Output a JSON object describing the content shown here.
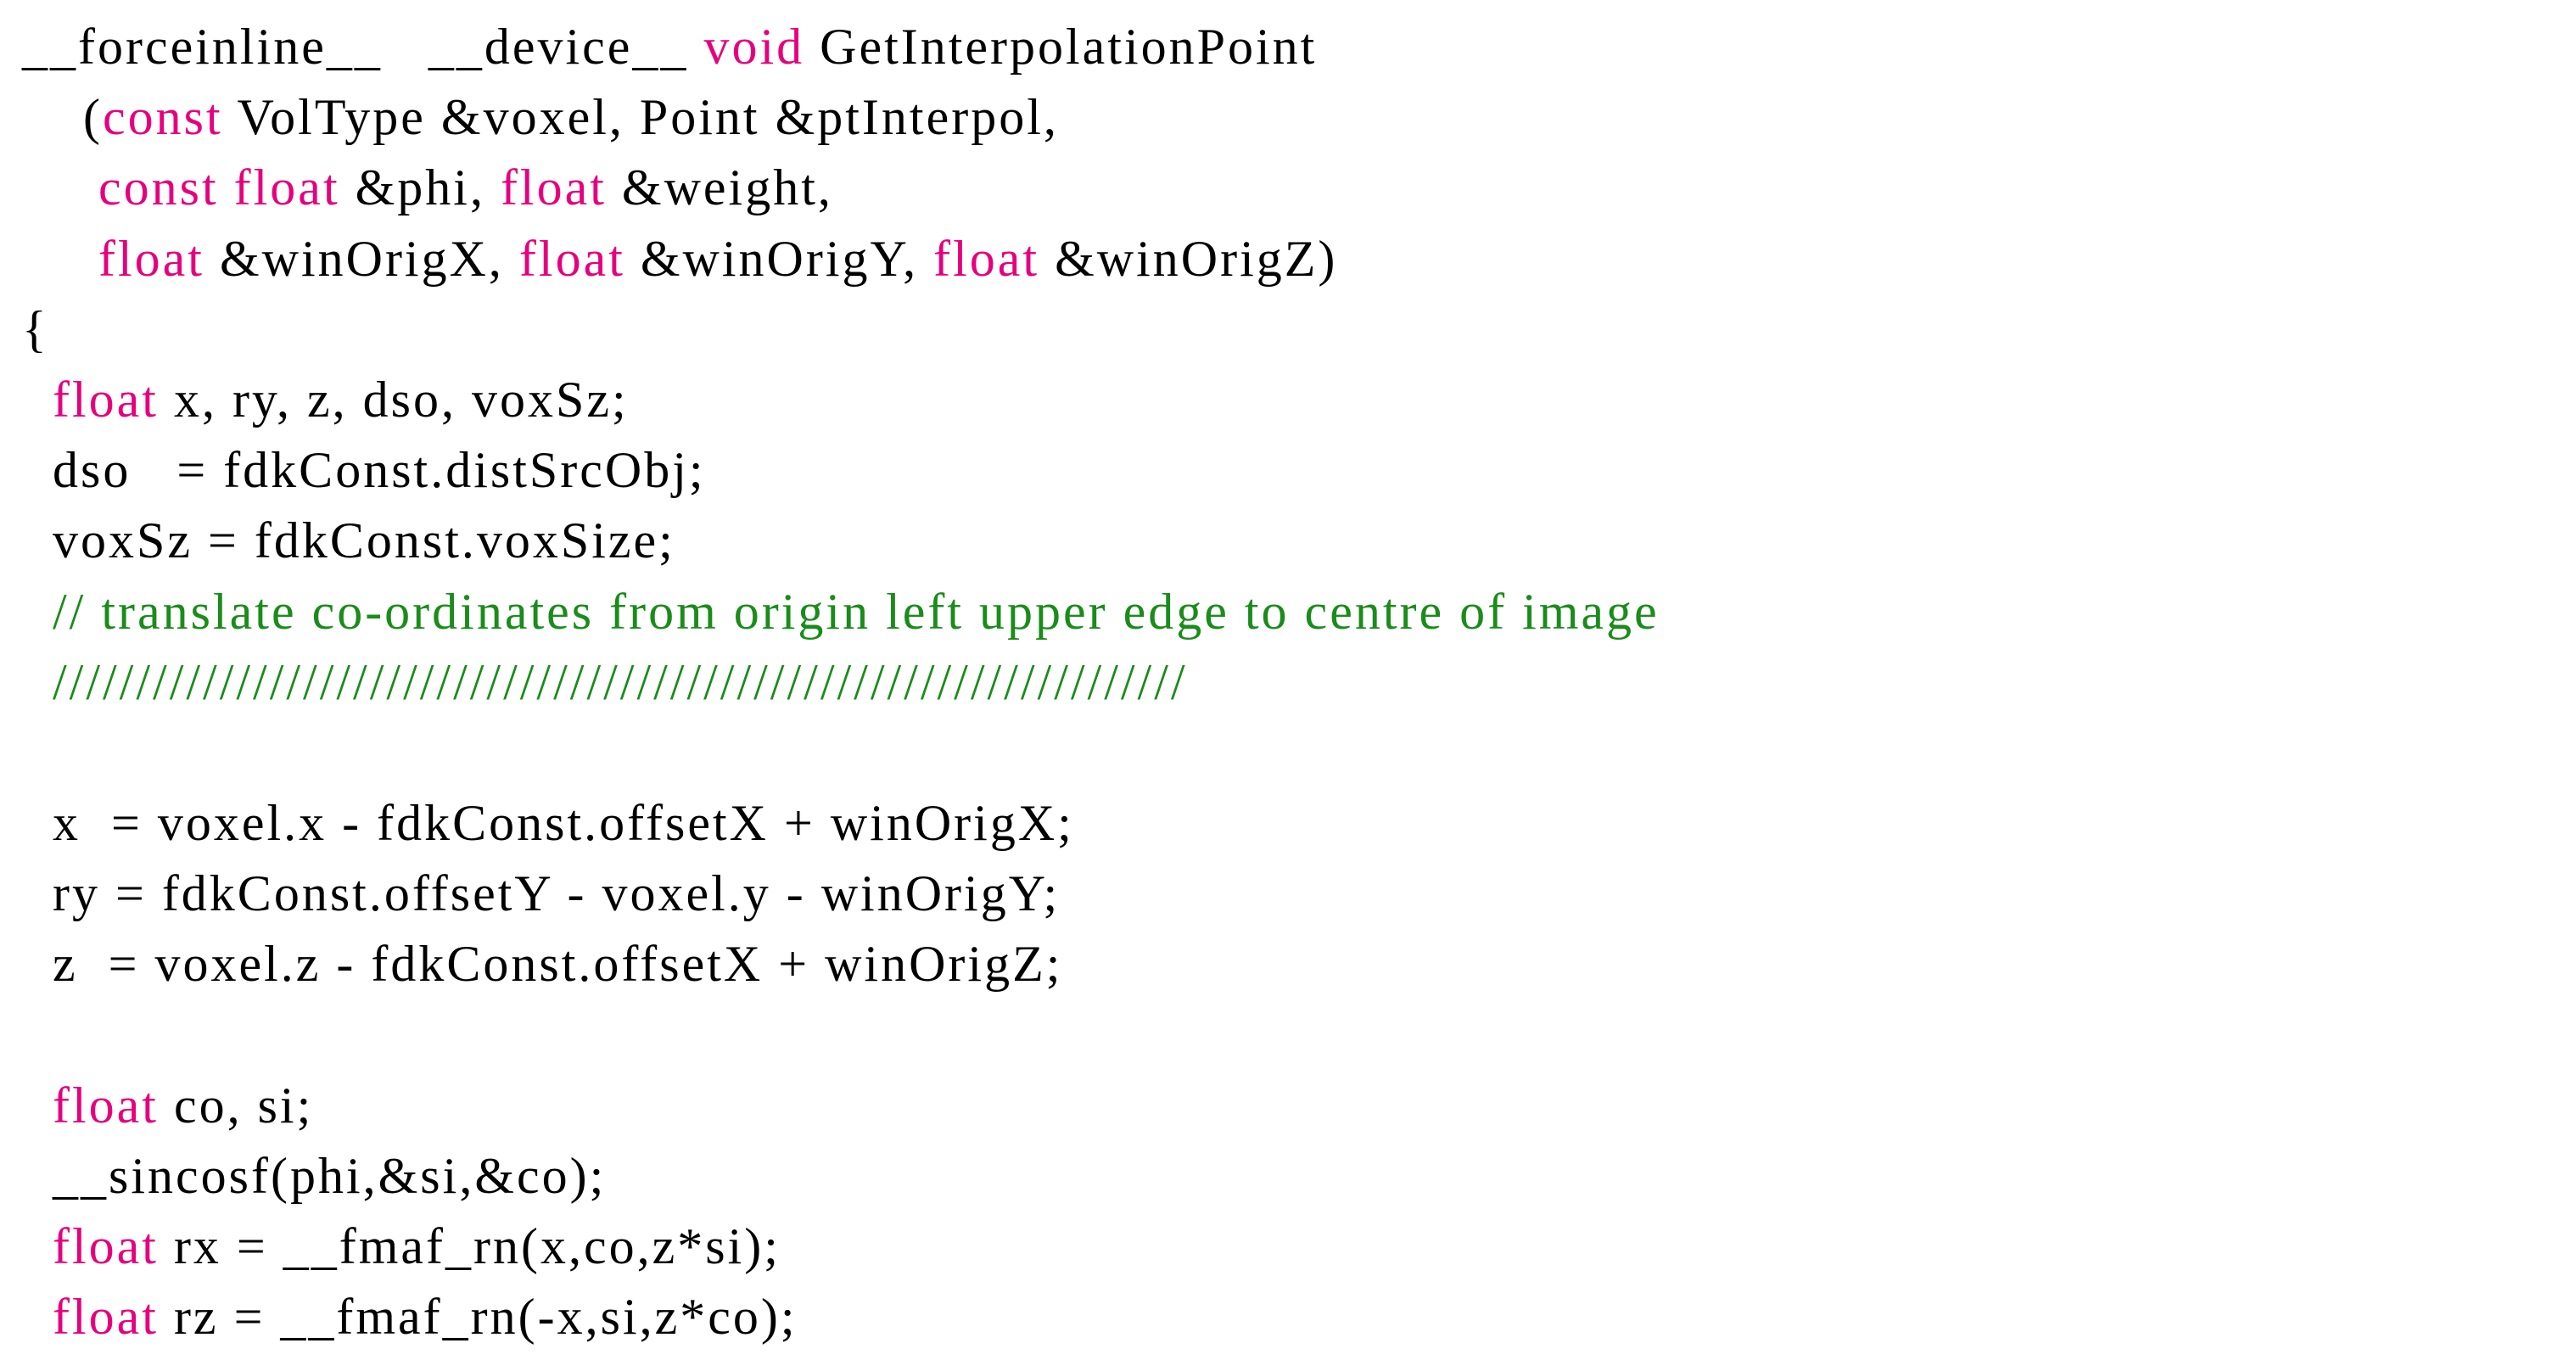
{
  "colors": {
    "keyword": "#e6007e",
    "comment": "#1a8c1a",
    "text": "#000000",
    "background": "#ffffff"
  },
  "lines": [
    [
      {
        "t": "__forceinline__   __device__ ",
        "k": "tt"
      },
      {
        "t": "void",
        "k": "kw"
      },
      {
        "t": " GetInterpolationPoint",
        "k": "tt"
      }
    ],
    [
      {
        "t": "    (",
        "k": "tt"
      },
      {
        "t": "const",
        "k": "kw"
      },
      {
        "t": " VolType &voxel, Point &ptInterpol,",
        "k": "tt"
      }
    ],
    [
      {
        "t": "     ",
        "k": "tt"
      },
      {
        "t": "const",
        "k": "kw"
      },
      {
        "t": " ",
        "k": "tt"
      },
      {
        "t": "float",
        "k": "kw"
      },
      {
        "t": " &phi, ",
        "k": "tt"
      },
      {
        "t": "float",
        "k": "kw"
      },
      {
        "t": " &weight,",
        "k": "tt"
      }
    ],
    [
      {
        "t": "     ",
        "k": "tt"
      },
      {
        "t": "float",
        "k": "kw"
      },
      {
        "t": " &winOrigX, ",
        "k": "tt"
      },
      {
        "t": "float",
        "k": "kw"
      },
      {
        "t": " &winOrigY, ",
        "k": "tt"
      },
      {
        "t": "float",
        "k": "kw"
      },
      {
        "t": " &winOrigZ)",
        "k": "tt"
      }
    ],
    [
      {
        "t": "{",
        "k": "tt"
      }
    ],
    [
      {
        "t": "  ",
        "k": "tt"
      },
      {
        "t": "float",
        "k": "kw"
      },
      {
        "t": " x, ry, z, dso, voxSz;",
        "k": "tt"
      }
    ],
    [
      {
        "t": "  dso   = fdkConst.distSrcObj;",
        "k": "tt"
      }
    ],
    [
      {
        "t": "  voxSz = fdkConst.voxSize;",
        "k": "tt"
      }
    ],
    [
      {
        "t": "  // translate co-ordinates from origin left upper edge to centre of image",
        "k": "cm"
      }
    ],
    [
      {
        "t": "  ////////////////////////////////////////////////////////////////////",
        "k": "cm"
      }
    ],
    [
      {
        "t": "",
        "k": "tt"
      }
    ],
    [
      {
        "t": "  x  = voxel.x - fdkConst.offsetX + winOrigX;",
        "k": "tt"
      }
    ],
    [
      {
        "t": "  ry = fdkConst.offsetY - voxel.y - winOrigY;",
        "k": "tt"
      }
    ],
    [
      {
        "t": "  z  = voxel.z - fdkConst.offsetX + winOrigZ;",
        "k": "tt"
      }
    ],
    [
      {
        "t": "",
        "k": "tt"
      }
    ],
    [
      {
        "t": "  ",
        "k": "tt"
      },
      {
        "t": "float",
        "k": "kw"
      },
      {
        "t": " co, si;",
        "k": "tt"
      }
    ],
    [
      {
        "t": "  __sincosf(phi,&si,&co);",
        "k": "tt"
      }
    ],
    [
      {
        "t": "  ",
        "k": "tt"
      },
      {
        "t": "float",
        "k": "kw"
      },
      {
        "t": " rx = __fmaf_rn(x,co,z*si);",
        "k": "tt"
      }
    ],
    [
      {
        "t": "  ",
        "k": "tt"
      },
      {
        "t": "float",
        "k": "kw"
      },
      {
        "t": " rz = __fmaf_rn(-x,si,z*co);",
        "k": "tt"
      }
    ]
  ]
}
